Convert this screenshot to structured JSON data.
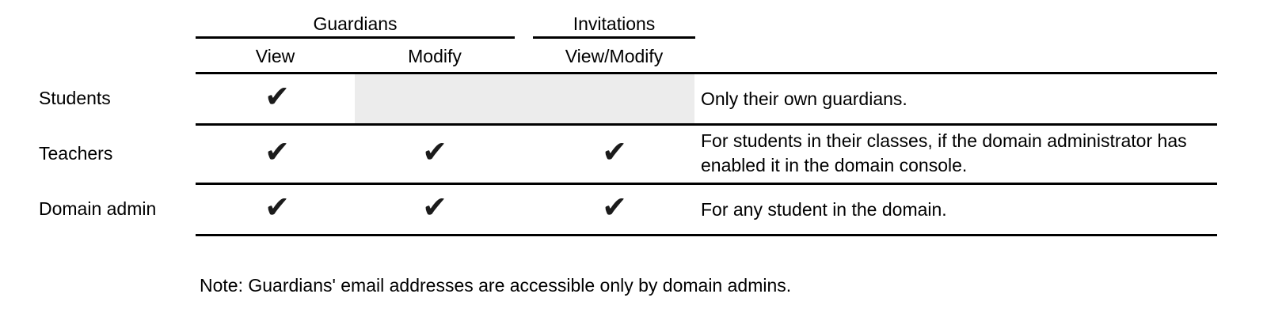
{
  "table": {
    "column_groups": [
      {
        "label": "Guardians",
        "columns": [
          "View",
          "Modify"
        ]
      },
      {
        "label": "Invitations",
        "columns": [
          "View/Modify"
        ]
      }
    ],
    "rows": [
      {
        "label": "Students",
        "permissions": {
          "guardians_view": true,
          "guardians_modify": false,
          "invitations_view_modify": false
        },
        "disabled_region": "Guardians Modify through Invitations View/Modify shaded gray",
        "note": "Only their own guardians."
      },
      {
        "label": "Teachers",
        "permissions": {
          "guardians_view": true,
          "guardians_modify": true,
          "invitations_view_modify": true
        },
        "note": "For students in their classes, if the domain administrator has enabled it in the domain console."
      },
      {
        "label": "Domain admin",
        "permissions": {
          "guardians_view": true,
          "guardians_modify": true,
          "invitations_view_modify": true
        },
        "note": "For any student in the domain."
      }
    ]
  },
  "symbols": {
    "check": "✔"
  },
  "footnote": "Note: Guardians' email addresses are accessible only by domain admins.",
  "colors": {
    "background": "#ffffff",
    "text": "#000000",
    "rule": "#000000",
    "check": "#1b1b1b",
    "disabled_cell_bg": "#ececec"
  }
}
